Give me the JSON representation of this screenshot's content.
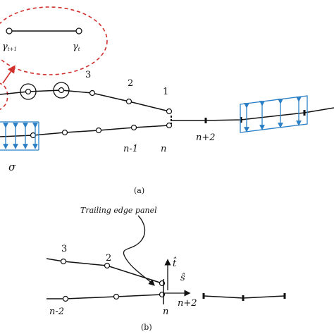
{
  "panel_a": {
    "inset": {
      "gamma_left": "γ",
      "gamma_left_sub": "t+1",
      "gamma_right": "γ",
      "gamma_right_sub": "t"
    },
    "node_numbers": {
      "n3": "3",
      "n2": "2",
      "n1": "1"
    },
    "lower_labels": {
      "n_minus_1": "n-1",
      "n": "n",
      "n_plus_2": "n+2"
    },
    "sigma": "σ",
    "caption": "(a)"
  },
  "panel_b": {
    "annotation": "Trailing edge panel",
    "node_numbers": {
      "n3": "3",
      "n2": "2"
    },
    "vectors": {
      "t_hat": "t̂",
      "s_hat": "ŝ"
    },
    "lower_labels": {
      "n_minus_2": "n-2",
      "n": "n",
      "n_plus_2": "n+2"
    },
    "caption": "(b)"
  },
  "colors": {
    "line": "#111111",
    "dashed_red": "#d0312d",
    "blue_arrows": "#2b7fc4"
  }
}
